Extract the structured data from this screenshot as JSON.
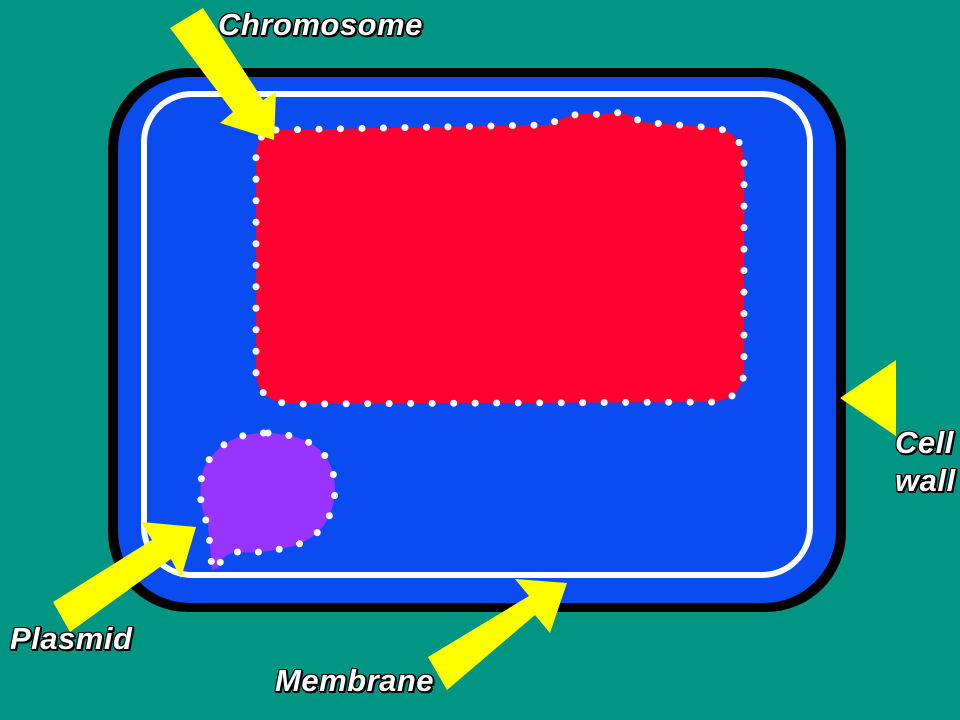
{
  "labels": {
    "chromosome": "Chromosome",
    "cell_wall_line1": "Cell",
    "cell_wall_line2": "wall",
    "plasmid": "Plasmid",
    "membrane": "Membrane"
  },
  "colors": {
    "background": "#009683",
    "cell_wall_outline": "#000000",
    "cytoplasm": "#0a4cf0",
    "membrane": "#ffffff",
    "chromosome": "#ff0030",
    "plasmid": "#9933ff",
    "dots": "#ffffff",
    "arrow": "#ffff00"
  }
}
